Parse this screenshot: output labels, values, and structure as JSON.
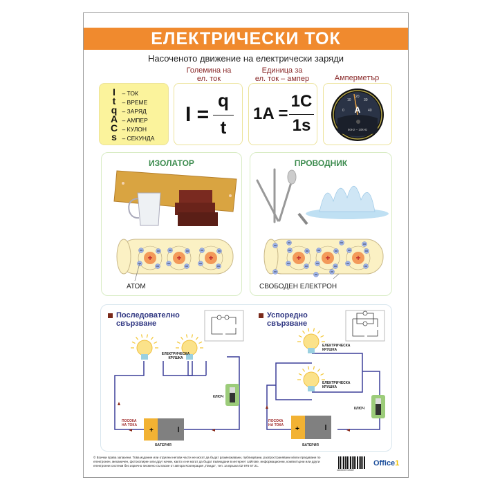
{
  "title": "ЕЛЕКТРИЧЕСКИ ТОК",
  "subtitle": "Насоченото движение на електрически заряди",
  "labels": {
    "magnitude": [
      "Големина на",
      "ел. ток"
    ],
    "unit": [
      "Единица за",
      "ел. ток – ампер"
    ],
    "ammeter": "Амперметър"
  },
  "legend": [
    {
      "symbol": "I",
      "text": "– ТОК"
    },
    {
      "symbol": "t",
      "text": "– ВРЕМЕ"
    },
    {
      "symbol": "q",
      "text": "– ЗАРЯД"
    },
    {
      "symbol": "A",
      "text": "– АМПЕР"
    },
    {
      "symbol": "C",
      "text": "– КУЛОН"
    },
    {
      "symbol": "s",
      "text": "– СЕКУНДА"
    }
  ],
  "formula1": {
    "lhs": "I =",
    "num": "q",
    "den": "t"
  },
  "formula2": {
    "lhs": "1A =",
    "num": "1C",
    "den": "1s"
  },
  "ammeter": {
    "unit": "A",
    "ticks": [
      "0",
      "10",
      "20",
      "30",
      "40"
    ],
    "range": "50Hz – 10kHz"
  },
  "insulator": {
    "title": "ИЗОЛАТОР",
    "caption": "АТОМ"
  },
  "conductor": {
    "title": "ПРОВОДНИК",
    "caption": "СВОБОДЕН ЕЛЕКТРОН"
  },
  "series": {
    "title": [
      "Последователно",
      "свързване"
    ],
    "bulb_label": [
      "ЕЛЕКТРИЧЕСКА",
      "КРУШКА"
    ],
    "switch_label": "КЛЮЧ",
    "direction_label": [
      "ПОСОКА",
      "НА ТОКА"
    ],
    "battery_label": "БАТЕРИЯ"
  },
  "parallel": {
    "title": [
      "Успоредно",
      "свързване"
    ],
    "bulb_label": [
      "ЕЛЕКТРИЧЕСКА",
      "КРУШКА"
    ],
    "switch_label": "КЛЮЧ",
    "direction_label": [
      "ПОСОКА",
      "НА ТОКА"
    ],
    "battery_label": "БАТЕРИЯ"
  },
  "footer": {
    "copyright": "© Всички права запазени. Това издание или отделни негови части не могат да бъдат размножавани, публикувани, разпространявани и/или предавани по електронен, механичен, фотокопирен или друг начин, както и не могат да бъдат въвеждани в интернет сайтове, информационни, компютърни или други електронни системи без изрично писмено съгласие от автора Кооперация „Панда“, тел. за връзка 02 976 67 21.",
    "barcode": "3800057013067",
    "brand": "Office",
    "brand_suffix": "1"
  },
  "colors": {
    "banner": "#f08a2e",
    "title_green": "#3d8c4f",
    "wire": "#3b3f99",
    "arrow": "#8a2a1a"
  }
}
